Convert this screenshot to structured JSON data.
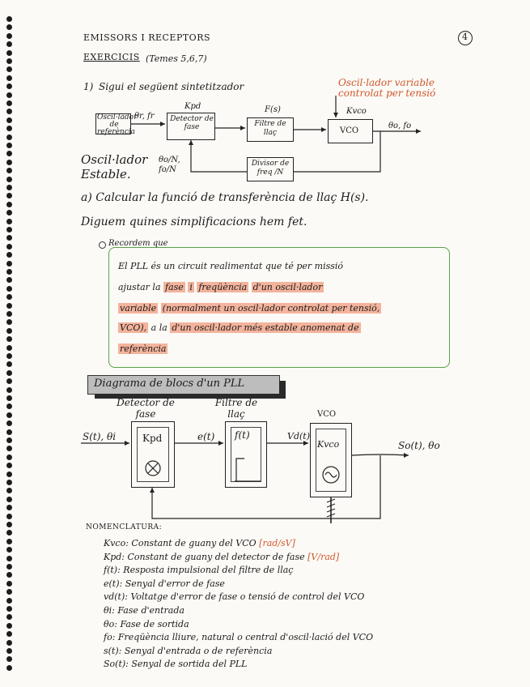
{
  "header": {
    "course": "EMISSORS I RECEPTORS",
    "page_number": "4",
    "section": "EXERCICIS",
    "topics": "(Temes 5,6,7)"
  },
  "exercise": {
    "number": "1)",
    "statement": "Sigui el següent sintetitzador"
  },
  "diagram1": {
    "ref_oscillator": "Oscil·lador de referència",
    "ref_signal": "θr, fr",
    "kpd": "Kpd",
    "phase_detector": "Detector de fase",
    "fs": "F(s)",
    "loop_filter": "Filtre de llaç",
    "kvco": "Kvco",
    "vco": "VCO",
    "output": "θo, fo",
    "divider": "Divisor de freq /N",
    "feedback_signal": "θo/N, fo/N",
    "stable_osc": "Oscil·lador Estable.",
    "vco_note": "Oscil·lador variable controlat per tensió"
  },
  "questions": {
    "a": "a) Calcular la funció de transferència de llaç H(s).",
    "a2": "Diguem quines simplificacions hem fet."
  },
  "reminder": {
    "label": "Recordem que",
    "line1_a": "El PLL és un circuit realimentat que té per missió",
    "line2_a": "ajustar la",
    "line2_b": "fase",
    "line2_c": "i",
    "line2_d": "freqüència",
    "line2_e": "d'un oscil·lador",
    "line3_a": "variable",
    "line3_b": "(normalment un oscil·lador controlat per tensió,",
    "line4_a": "VCO),",
    "line4_b": "a la",
    "line4_c": "d'un oscil·lador més estable anomenat de",
    "line5_a": "referència"
  },
  "diagram2": {
    "title": "Diagrama de blocs d'un PLL",
    "phase_detector": "Detector de fase",
    "loop_filter": "Filtre de llaç",
    "vco": "VCO",
    "input": "S(t), θi",
    "kpd": "Kpd",
    "et": "e(t)",
    "ft": "f(t)",
    "vdt": "Vd(t)",
    "kvco": "Kvco",
    "output": "So(t), θo"
  },
  "nomenclature": {
    "title": "NOMENCLATURA:",
    "items": [
      {
        "sym": "Kvco:",
        "desc": "Constant de guany del VCO",
        "unit": "[rad/sV]"
      },
      {
        "sym": "Kpd:",
        "desc": "Constant de guany del detector de fase",
        "unit": "[V/rad]"
      },
      {
        "sym": "f(t):",
        "desc": "Resposta impulsional del filtre de llaç",
        "unit": ""
      },
      {
        "sym": "e(t):",
        "desc": "Senyal d'error de fase",
        "unit": ""
      },
      {
        "sym": "vd(t):",
        "desc": "Voltatge d'error de fase o tensió de control del VCO",
        "unit": ""
      },
      {
        "sym": "θi:",
        "desc": "Fase d'entrada",
        "unit": ""
      },
      {
        "sym": "θo:",
        "desc": "Fase de sortida",
        "unit": ""
      },
      {
        "sym": "fo:",
        "desc": "Freqüència lliure, natural o central d'oscil·lació del VCO",
        "unit": ""
      },
      {
        "sym": "s(t):",
        "desc": "Senyal d'entrada o de referència",
        "unit": ""
      },
      {
        "sym": "So(t):",
        "desc": "Senyal de sortida del PLL",
        "unit": ""
      }
    ]
  },
  "colors": {
    "ink": "#1b1b1b",
    "orange": "#d0572d",
    "green": "#5aa04a",
    "highlight": "#ec7852"
  }
}
